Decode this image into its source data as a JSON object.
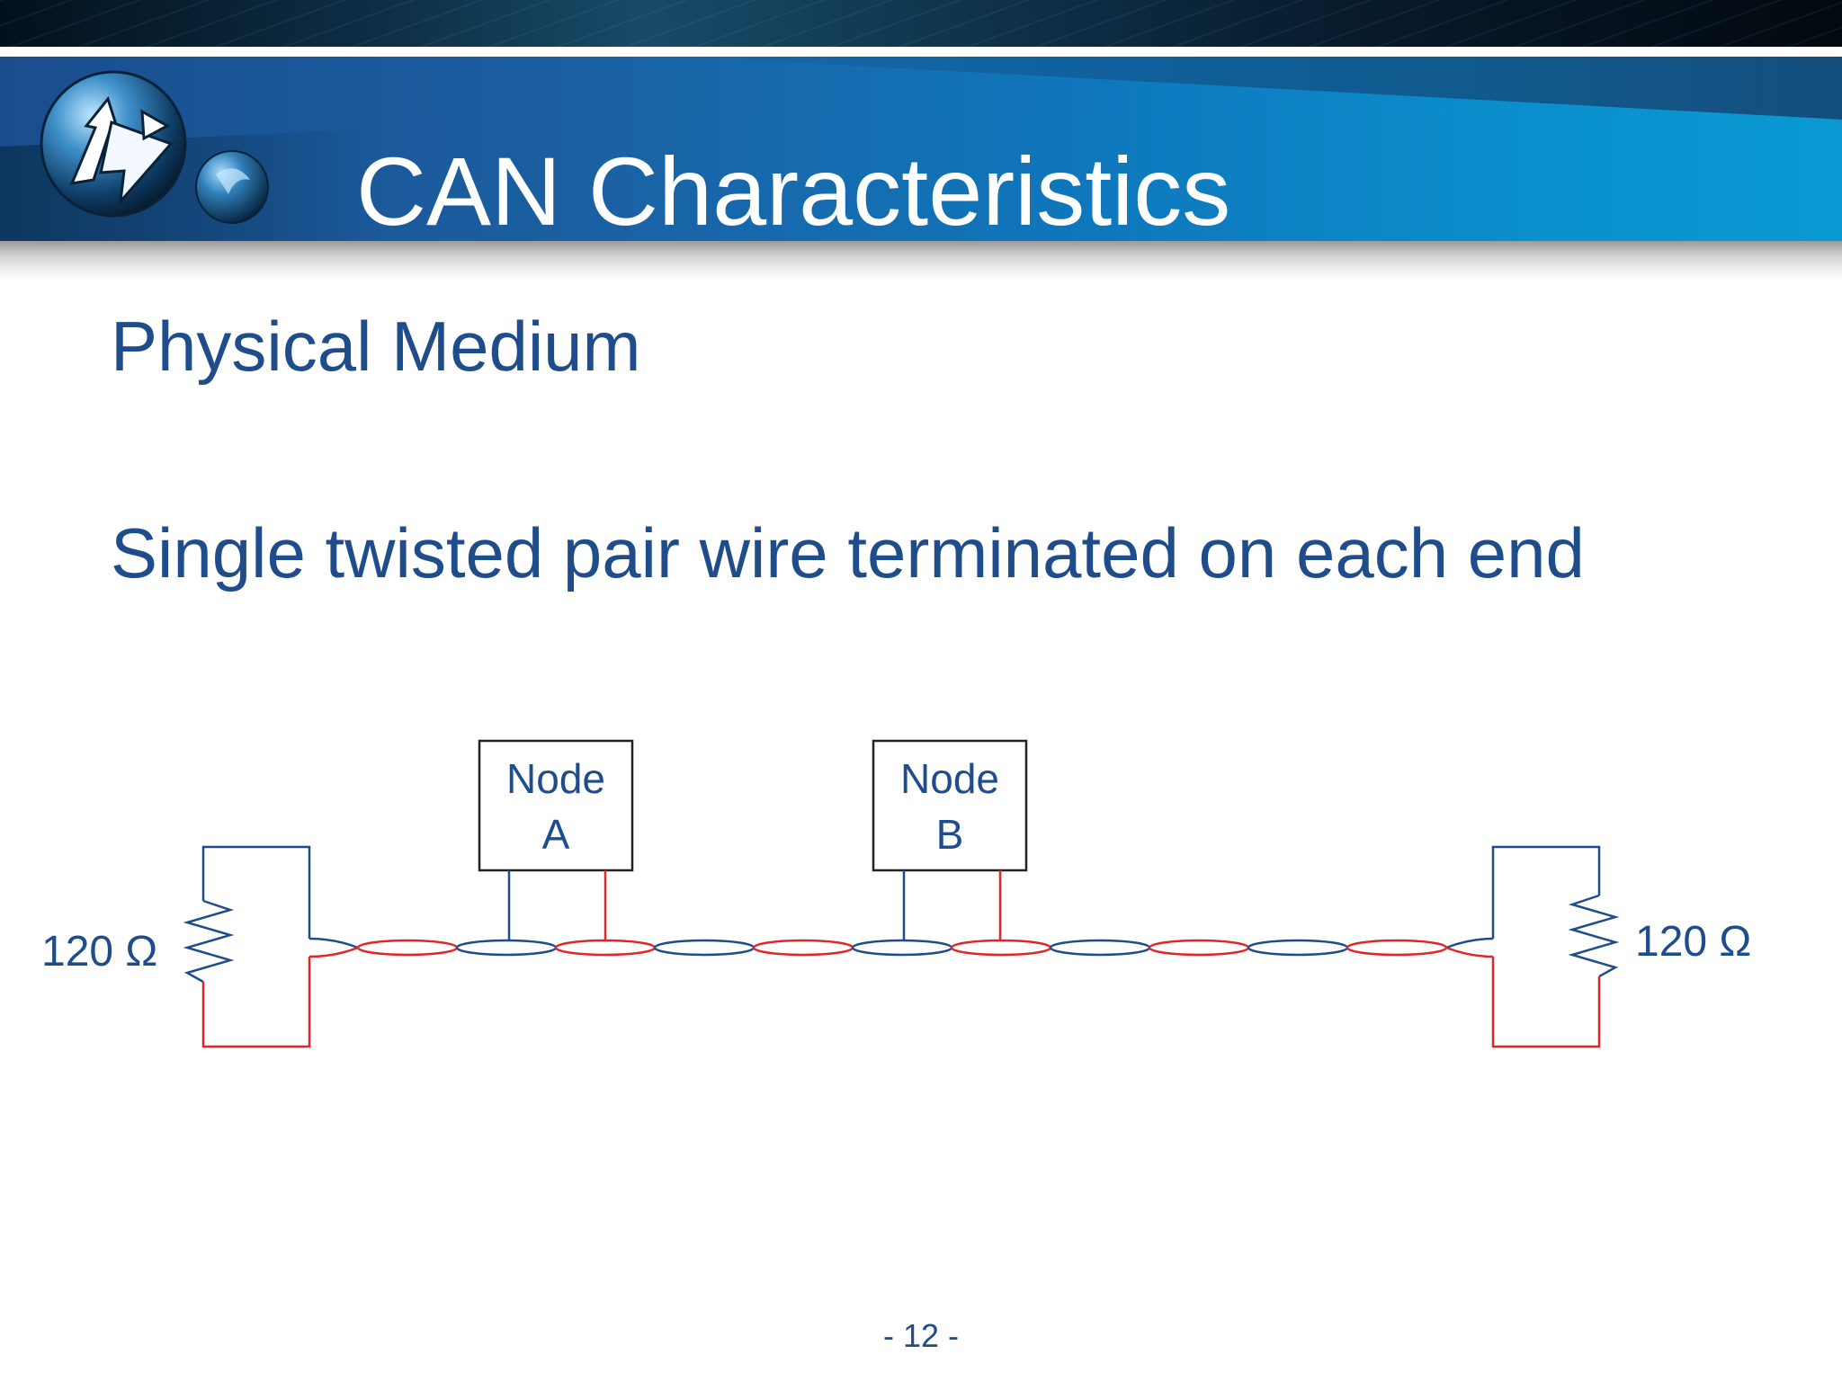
{
  "slide": {
    "title": "CAN Characteristics",
    "heading": "Physical Medium",
    "body": "Single twisted pair wire terminated on each end",
    "page_number": "- 12 -"
  },
  "diagram": {
    "nodes": [
      {
        "line1": "Node",
        "line2": "A"
      },
      {
        "line1": "Node",
        "line2": "B"
      }
    ],
    "terminators": [
      {
        "label": "120 Ω"
      },
      {
        "label": "120 Ω"
      }
    ],
    "wire_colors": {
      "high": "#1f4d8c",
      "low": "#e0262b"
    }
  },
  "colors": {
    "text_blue": "#1f4d8c",
    "banner_blue": "#0f78bd",
    "title_white": "#ffffff"
  }
}
